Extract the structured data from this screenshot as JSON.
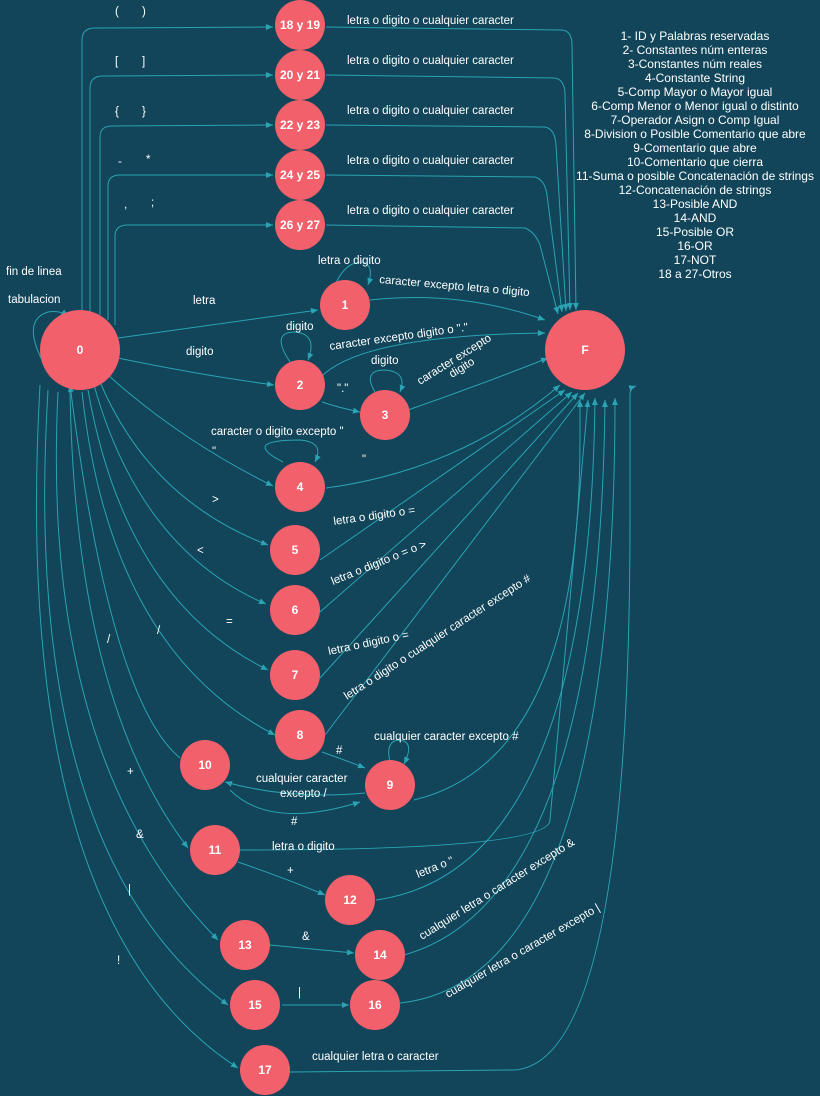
{
  "nodes": {
    "n0": "0",
    "nF": "F",
    "n1": "1",
    "n2": "2",
    "n3": "3",
    "n4": "4",
    "n5": "5",
    "n6": "6",
    "n7": "7",
    "n8": "8",
    "n9": "9",
    "n10": "10",
    "n11": "11",
    "n12": "12",
    "n13": "13",
    "n14": "14",
    "n15": "15",
    "n16": "16",
    "n17": "17",
    "n1819": "18 y 19",
    "n2021": "20 y 21",
    "n2223": "22 y 23",
    "n2425": "24 y 25",
    "n2627": "26 y 27"
  },
  "labels": {
    "paren_open": "(",
    "paren_close": ")",
    "bracket_open": "[",
    "bracket_close": "]",
    "brace_open": "{",
    "brace_close": "}",
    "minus": "-",
    "star": "*",
    "comma": ",",
    "semicolon": ";",
    "ldc": "letra o digito o cualquier caracter",
    "fin_linea": "fin de linea",
    "tabulacion": "tabulacion",
    "letra": "letra",
    "digito": "digito",
    "letra_o_digito": "letra o digito",
    "car_exc_letra_digito": "caracter excepto letra o digito",
    "digito_loop": "digito",
    "car_exc_digito_punto": "caracter excepto digito o \".\"",
    "punto": "\".\"",
    "digito3": "digito",
    "car_exc_1": "caracter excepto",
    "car_exc_2": "digito",
    "car_dig_exc_quote": "caracter o digito excepto \"",
    "quote_in": "\"",
    "quote_out": "\"",
    "gt": ">",
    "lt": "<",
    "eq": "=",
    "slash1": "/",
    "slash2": "/",
    "lde5": "letra o digito o =",
    "lde6": "letra o digito o = o >",
    "lde7": "letra o digito o =",
    "l8": "letra o digito o cualquier caracter excepto #",
    "hash1": "#",
    "ce_hash": "cualquier caracter excepto #",
    "cc_exc_1": "cualquier caracter",
    "cc_exc_2": "excepto /",
    "hash2": "#",
    "plus": "+",
    "amp": "&",
    "pipe": "|",
    "bang": "!",
    "letra_o_digito_11": "letra o digito",
    "plus2": "+",
    "letra_o_quote": "letra o \"",
    "amp2": "&",
    "cl_exc_amp": "cualquier letra o caracter excepto &",
    "pipe2": "|",
    "cl_exc_pipe": "cualquier letra o caracter excepto |",
    "cl_o_car": "cualquier letra o caracter"
  },
  "legend": [
    "1- ID y Palabras reservadas",
    "2- Constantes núm enteras",
    "3-Constantes núm reales",
    "4-Constante String",
    "5-Comp Mayor o Mayor igual",
    "6-Comp Menor o Menor igual o distinto",
    "7-Operador Asign o Comp Igual",
    "8-Division o Posible Comentario que abre",
    "9-Comentario que abre",
    "10-Comentario que cierra",
    "11-Suma o posible Concatenación de strings",
    "12-Concatenación de strings",
    "13-Posible AND",
    "14-AND",
    "15-Posible OR",
    "16-OR",
    "17-NOT",
    "18 a 27-Otros"
  ],
  "colors": {
    "background": "#124559",
    "node": "#f2606b",
    "edge": "#2aa3b3",
    "text": "#ffffff"
  }
}
